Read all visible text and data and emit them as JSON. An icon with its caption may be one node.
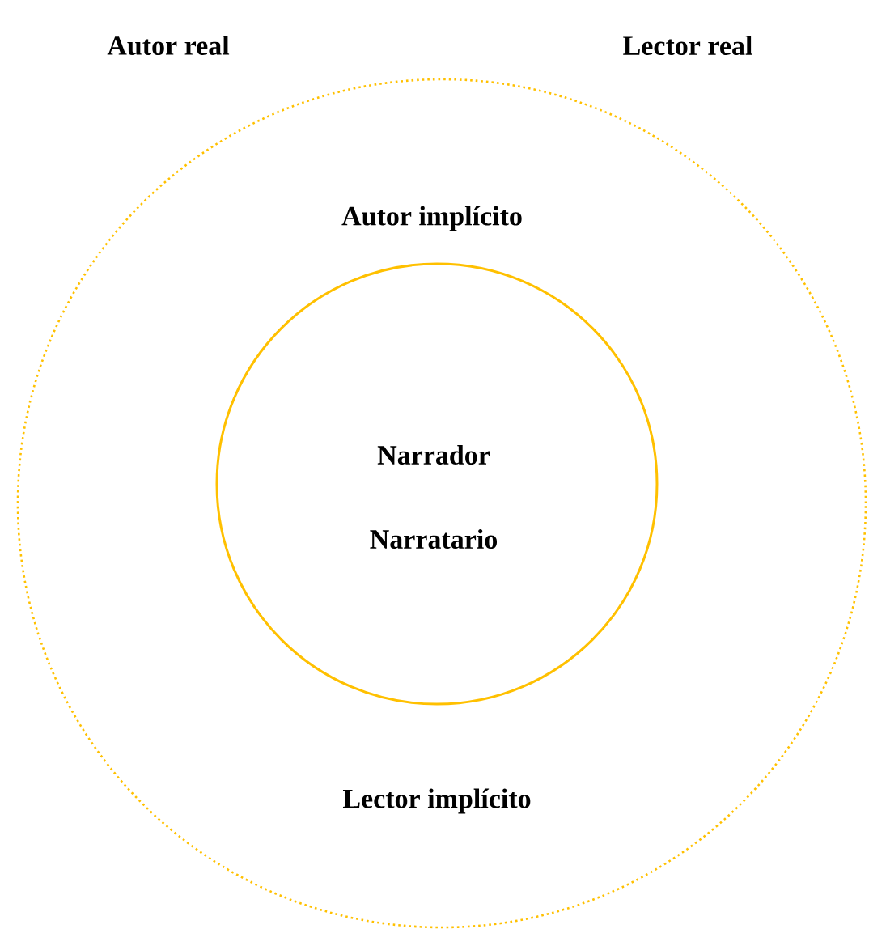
{
  "diagram": {
    "nodes": [
      {
        "text": [
          "Autor implícito",
          "Lector implícito"
        ]
      },
      {
        "text": [
          "Narrador",
          "Narratario"
        ],
        "in": 0
      }
    ],
    "labels": [
      "Autor real",
      "Lector real"
    ]
  }
}
